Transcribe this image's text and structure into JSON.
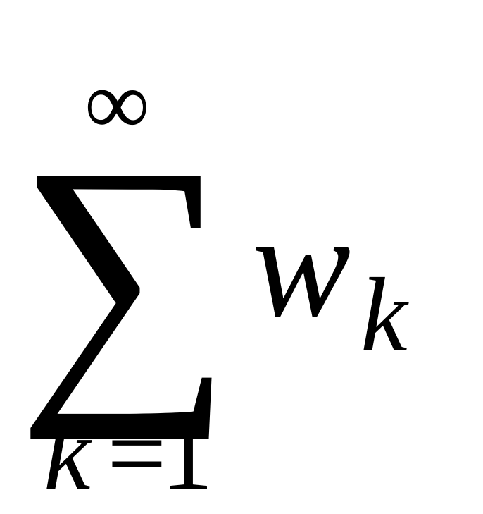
{
  "formula": {
    "upper_limit": "∞",
    "operator": "∑",
    "summand": "w",
    "summand_subscript": "k",
    "lower_index": "k",
    "lower_relation": "=",
    "lower_start": "1"
  }
}
